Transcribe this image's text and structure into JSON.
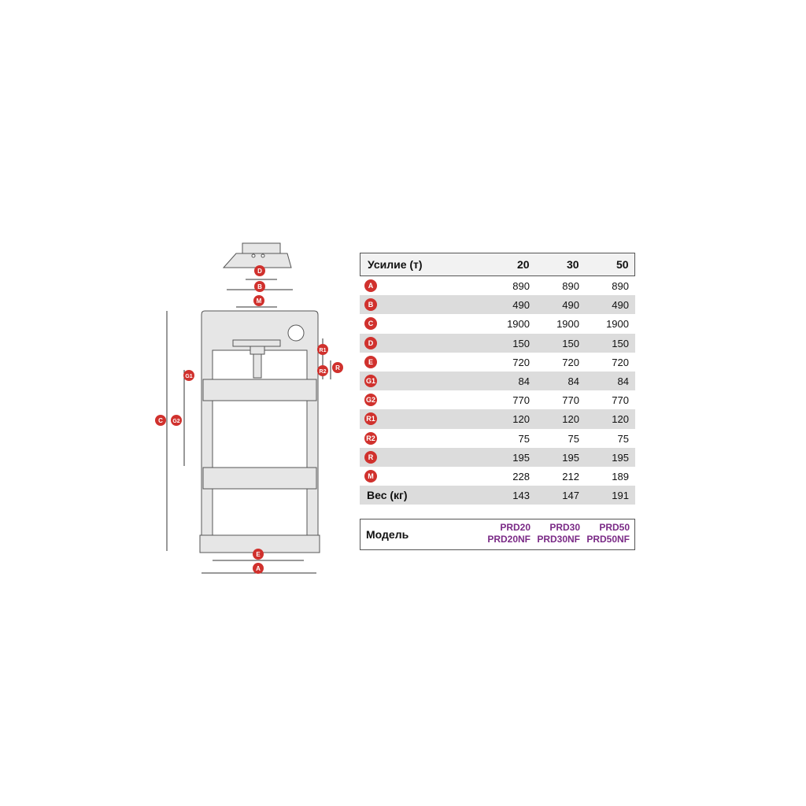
{
  "colors": {
    "badge": "#d0312d",
    "model_text": "#7a2a86",
    "row_shade": "#dcdcdc",
    "frame": "#e6e6e6",
    "outline": "#555555"
  },
  "drawing_labels": {
    "A": "A",
    "B": "B",
    "C": "C",
    "D": "D",
    "E": "E",
    "G1": "G1",
    "G2": "G2",
    "R1": "R1",
    "R2": "R2",
    "R": "R",
    "M": "M"
  },
  "table": {
    "header_label": "Усилие (т)",
    "columns": [
      "20",
      "30",
      "50"
    ],
    "rows": [
      {
        "badge": "A",
        "values": [
          "890",
          "890",
          "890"
        ]
      },
      {
        "badge": "B",
        "values": [
          "490",
          "490",
          "490"
        ]
      },
      {
        "badge": "C",
        "values": [
          "1900",
          "1900",
          "1900"
        ]
      },
      {
        "badge": "D",
        "values": [
          "150",
          "150",
          "150"
        ]
      },
      {
        "badge": "E",
        "values": [
          "720",
          "720",
          "720"
        ]
      },
      {
        "badge": "G1",
        "values": [
          "84",
          "84",
          "84"
        ]
      },
      {
        "badge": "G2",
        "values": [
          "770",
          "770",
          "770"
        ]
      },
      {
        "badge": "R1",
        "values": [
          "120",
          "120",
          "120"
        ]
      },
      {
        "badge": "R2",
        "values": [
          "75",
          "75",
          "75"
        ]
      },
      {
        "badge": "R",
        "values": [
          "195",
          "195",
          "195"
        ]
      },
      {
        "badge": "M",
        "values": [
          "228",
          "212",
          "189"
        ]
      }
    ],
    "weight_label": "Вес (кг)",
    "weight_values": [
      "143",
      "147",
      "191"
    ],
    "model_label": "Модель",
    "models": [
      {
        "line1": "PRD20",
        "line2": "PRD20NF"
      },
      {
        "line1": "PRD30",
        "line2": "PRD30NF"
      },
      {
        "line1": "PRD50",
        "line2": "PRD50NF"
      }
    ]
  }
}
